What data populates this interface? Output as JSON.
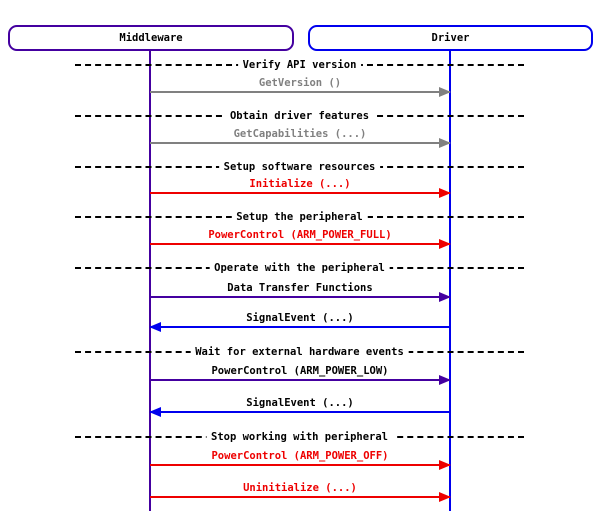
{
  "diagram": {
    "type": "message-sequence-chart",
    "actors": [
      {
        "name": "Middleware",
        "color": "#4400a0"
      },
      {
        "name": "Driver",
        "color": "#0000ee"
      }
    ],
    "rows": [
      {
        "type": "separator",
        "label": "Verify API version"
      },
      {
        "type": "message",
        "label": "GetVersion ()",
        "direction": "right",
        "arrow_color": "#808080",
        "text_color": "#808080"
      },
      {
        "type": "separator",
        "label": "Obtain driver features"
      },
      {
        "type": "message",
        "label": "GetCapabilities (...)",
        "direction": "right",
        "arrow_color": "#808080",
        "text_color": "#808080"
      },
      {
        "type": "separator",
        "label": "Setup software resources"
      },
      {
        "type": "message",
        "label": "Initialize (...)",
        "direction": "right",
        "arrow_color": "#ee0000",
        "text_color": "#ee0000"
      },
      {
        "type": "separator",
        "label": "Setup the peripheral"
      },
      {
        "type": "message",
        "label": "PowerControl (ARM_POWER_FULL)",
        "direction": "right",
        "arrow_color": "#ee0000",
        "text_color": "#ee0000"
      },
      {
        "type": "separator",
        "label": "Operate with the peripheral"
      },
      {
        "type": "message",
        "label": "Data Transfer Functions",
        "direction": "right",
        "arrow_color": "#4400a0",
        "text_color": "#000000"
      },
      {
        "type": "message",
        "label": "SignalEvent (...)",
        "direction": "left",
        "arrow_color": "#0000ee",
        "text_color": "#000000"
      },
      {
        "type": "separator",
        "label": "Wait for external hardware events"
      },
      {
        "type": "message",
        "label": "PowerControl (ARM_POWER_LOW)",
        "direction": "right",
        "arrow_color": "#4400a0",
        "text_color": "#000000"
      },
      {
        "type": "message",
        "label": "SignalEvent (...)",
        "direction": "left",
        "arrow_color": "#0000ee",
        "text_color": "#000000"
      },
      {
        "type": "separator",
        "label": "Stop working with peripheral"
      },
      {
        "type": "message",
        "label": "PowerControl (ARM_POWER_OFF)",
        "direction": "right",
        "arrow_color": "#ee0000",
        "text_color": "#ee0000"
      },
      {
        "type": "message",
        "label": "Uninitialize (...)",
        "direction": "right",
        "arrow_color": "#ee0000",
        "text_color": "#ee0000"
      }
    ],
    "colors": {
      "background": "#ffffff",
      "middleware_lifeline": "#4400a0",
      "driver_lifeline": "#0000ee",
      "gray_call": "#808080",
      "red_call": "#ee0000",
      "purple_call": "#4400a0",
      "blue_event": "#0000ee",
      "separator_line": "#000000",
      "text": "#000000"
    }
  }
}
